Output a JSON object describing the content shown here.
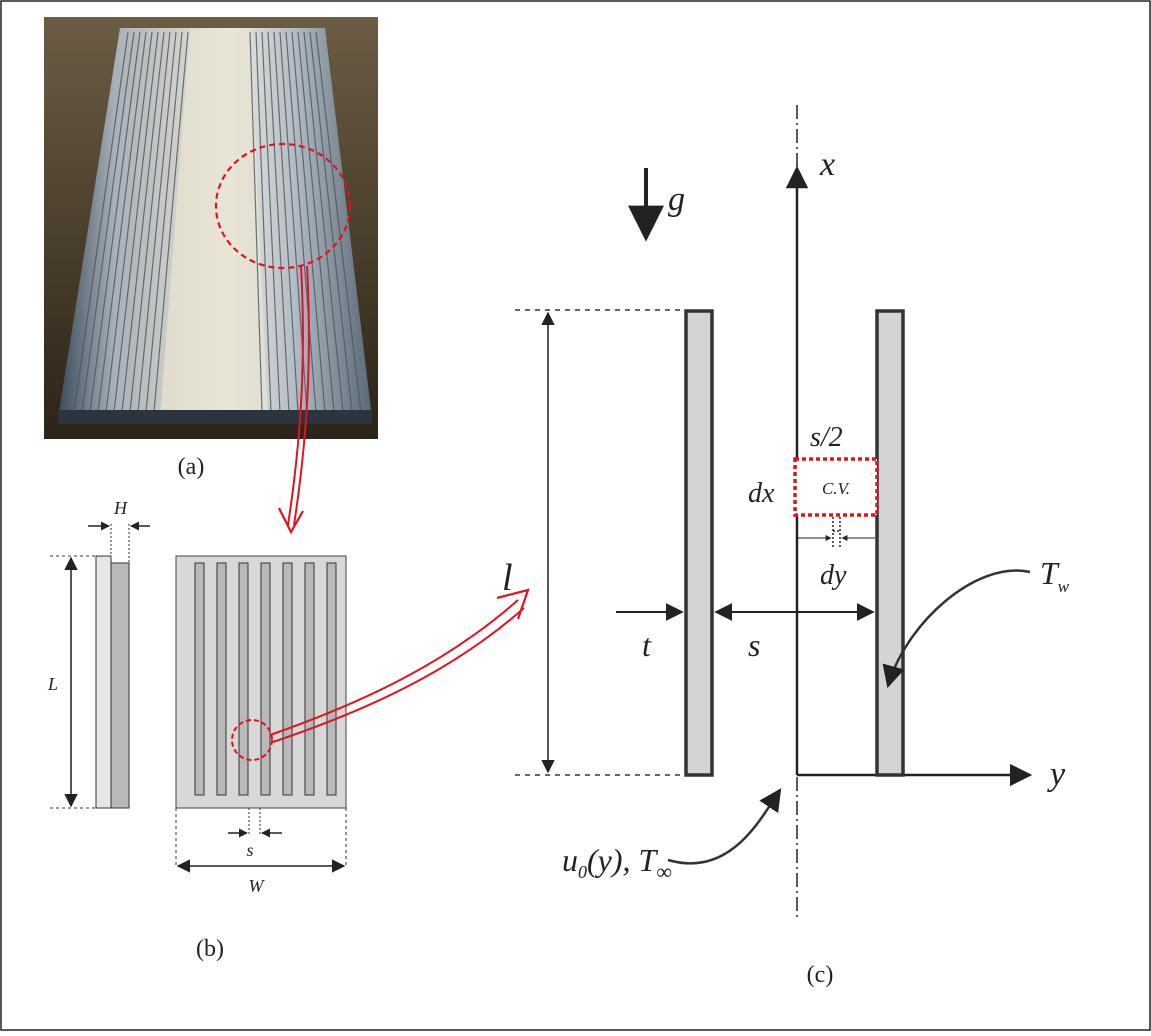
{
  "panels": {
    "a": {
      "caption": "(a)"
    },
    "b": {
      "caption": "(b)",
      "H_label": "H",
      "L_label": "L",
      "s_label": "s",
      "W_label": "W"
    },
    "c": {
      "caption": "(c)",
      "g_label": "g",
      "x_label": "x",
      "y_label": "y",
      "l_label": "l",
      "t_label": "t",
      "s_label": "s",
      "half_s_label": "s/2",
      "dx_label": "dx",
      "dy_label": "dy",
      "cv_label": "C.V.",
      "Tw_label": "T",
      "Tw_sub": "w",
      "inlet_u": "u",
      "inlet_sub": "0",
      "inlet_rest": "(y), T",
      "inlet_inf": "∞"
    }
  },
  "colors": {
    "highlight": "#e0141e",
    "fin_fill": "#d4d4d4",
    "fin_stroke": "#333333"
  }
}
